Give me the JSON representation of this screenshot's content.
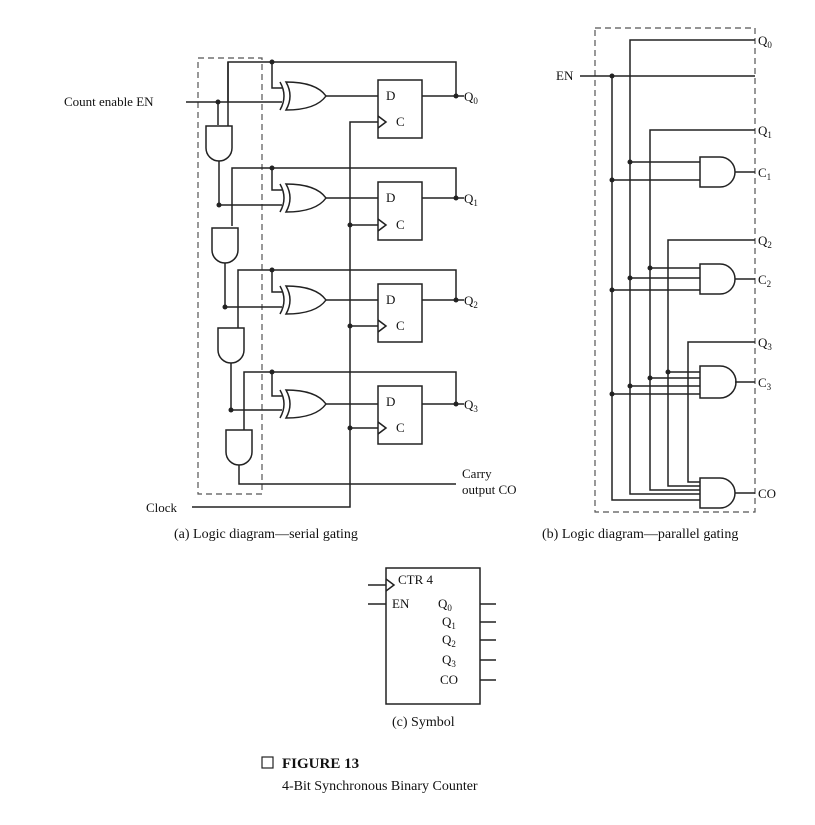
{
  "panel_a": {
    "caption": "(a) Logic diagram—serial gating",
    "count_enable_label": "Count enable EN",
    "clock_label": "Clock",
    "carry_label_line1": "Carry",
    "carry_label_line2": "output CO",
    "ff_d": "D",
    "ff_c": "C",
    "outputs": [
      "Q",
      "Q",
      "Q",
      "Q"
    ],
    "output_subs": [
      "0",
      "1",
      "2",
      "3"
    ]
  },
  "panel_b": {
    "caption": "(b) Logic diagram—parallel gating",
    "en_label": "EN",
    "q_labels": [
      "Q",
      "Q",
      "Q",
      "Q"
    ],
    "q_subs": [
      "0",
      "1",
      "2",
      "3"
    ],
    "c_labels": [
      "C",
      "C",
      "C"
    ],
    "c_subs": [
      "1",
      "2",
      "3"
    ],
    "co_label": "CO"
  },
  "panel_c": {
    "caption": "(c) Symbol",
    "title": "CTR 4",
    "en_label": "EN",
    "outputs": [
      "Q",
      "Q",
      "Q",
      "Q",
      "CO"
    ],
    "output_subs": [
      "0",
      "1",
      "2",
      "3",
      ""
    ]
  },
  "figure": {
    "number": "FIGURE 13",
    "title": "4-Bit Synchronous Binary Counter"
  }
}
